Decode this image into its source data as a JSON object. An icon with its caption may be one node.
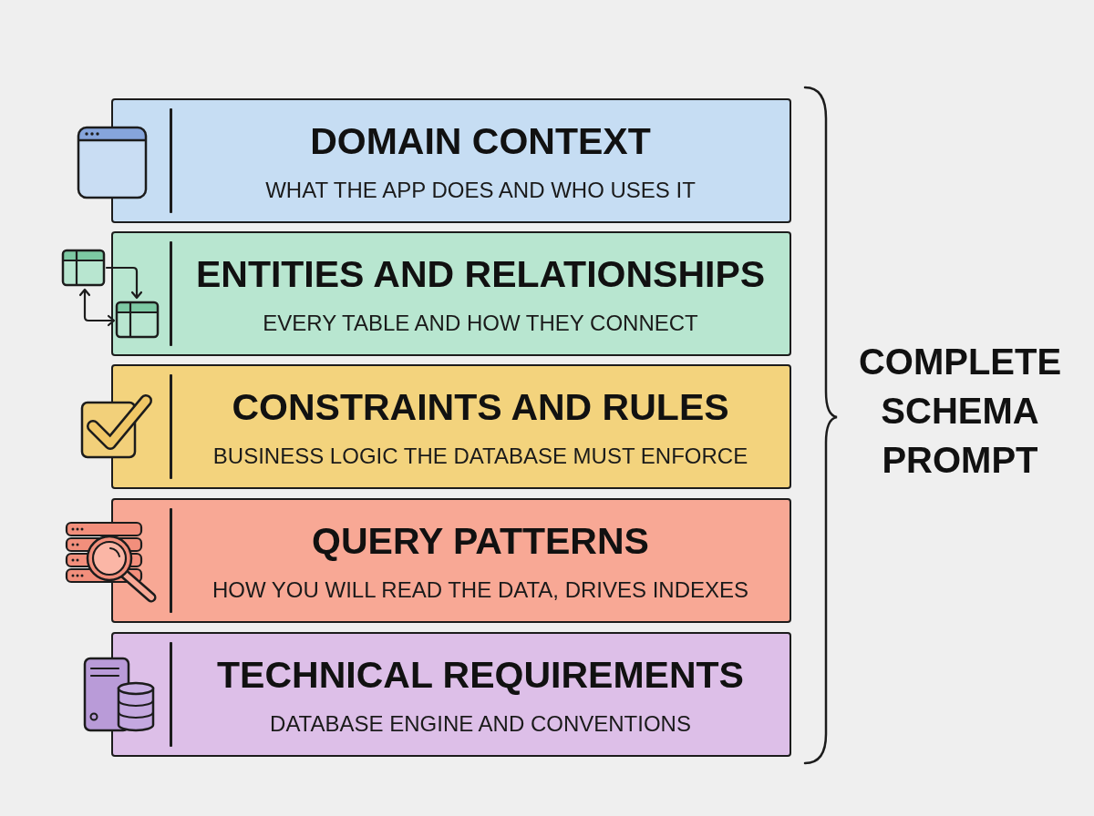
{
  "diagram": {
    "nodes": [
      {
        "text": [
          "DOMAIN CONTEXT",
          "WHAT THE APP DOES AND WHO USES IT"
        ]
      },
      {
        "text": [
          "ENTITIES AND RELATIONSHIPS",
          "EVERY TABLE AND HOW THEY CONNECT"
        ]
      },
      {
        "text": [
          "CONSTRAINTS AND RULES",
          "BUSINESS LOGIC THE DATABASE MUST ENFORCE"
        ]
      },
      {
        "text": [
          "QUERY PATTERNS",
          "HOW YOU WILL READ THE DATA, DRIVES INDEXES"
        ]
      },
      {
        "text": [
          "TECHNICAL REQUIREMENTS",
          "DATABASE ENGINE AND CONVENTIONS"
        ]
      }
    ],
    "labels": [
      "COMPLETE SCHEMA PROMPT"
    ]
  }
}
